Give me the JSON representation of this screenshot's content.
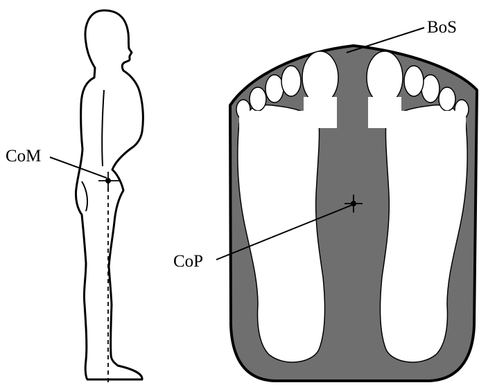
{
  "labels": {
    "com": "CoM",
    "cop": "CoP",
    "bos": "BoS"
  },
  "colors": {
    "base_of_support_fill": "#6f6f6f",
    "outline": "#000000",
    "foot_fill": "#ffffff",
    "background": "#ffffff"
  },
  "icons": {
    "com_marker": "crosshair-icon",
    "cop_marker": "crosshair-icon"
  }
}
